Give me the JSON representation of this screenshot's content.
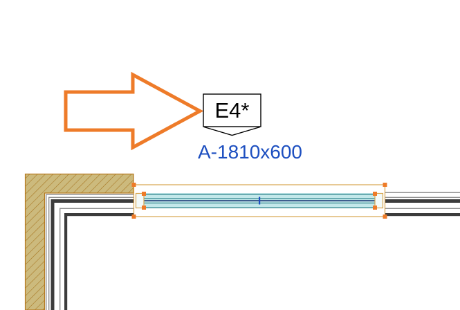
{
  "marker": {
    "label": "E4*"
  },
  "dimension_label": {
    "text": "A-1810x600"
  },
  "arrow": {
    "direction": "right"
  },
  "colors": {
    "arrow_orange": "#ee7b29",
    "label_blue": "#1d4fc0",
    "hatch_fill": "#ccba7d",
    "hatch_line": "#a5721c",
    "wall_outline": "#b5791f",
    "layer_gray": "#8f8f8f",
    "layer_dark": "#3c3c3c",
    "window_frame_tan": "#d7a54e",
    "window_highlight": "#c3e8ea",
    "window_line_teal": "#2b8189",
    "glass_center": "#27457e",
    "handle_orange": "#ee7b29",
    "center_tick_blue": "#1d4fc0"
  }
}
